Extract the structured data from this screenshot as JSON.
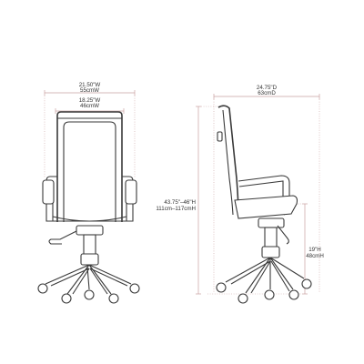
{
  "colors": {
    "dimension_line": "#c9a0a0",
    "outline": "#3a3a3a",
    "text": "#333333"
  },
  "front_view": {
    "overall_width": {
      "imperial": "21.50\"W",
      "metric": "55cmW"
    },
    "seat_width": {
      "imperial": "18.25\"W",
      "metric": "46cmW"
    }
  },
  "side_view": {
    "overall_depth": {
      "imperial": "24.75\"D",
      "metric": "63cmD"
    },
    "overall_height": {
      "imperial": "43.75\"–46\"H",
      "metric": "111cm–117cmH"
    },
    "seat_height": {
      "imperial": "19\"H",
      "metric": "48cmH"
    }
  }
}
